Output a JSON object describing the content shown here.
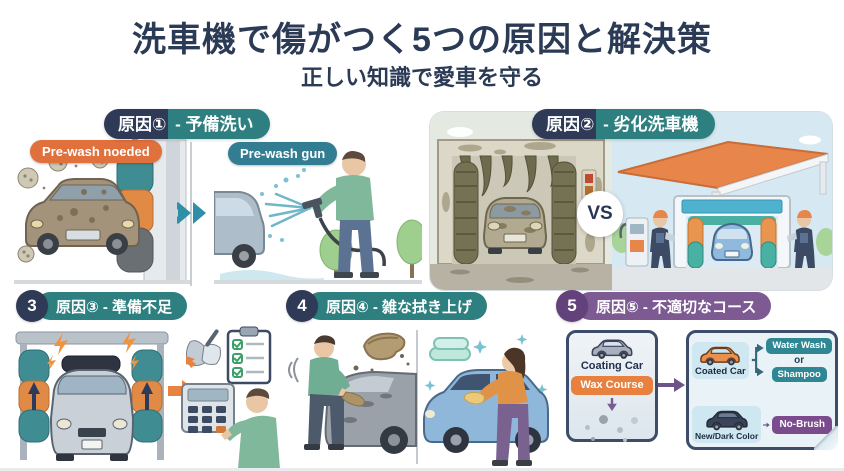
{
  "header": {
    "title": "洗車機で傷がつく5つの原因と解決策",
    "subtitle": "正しい知識で愛車を守る"
  },
  "panel1": {
    "label_prefix": "原因①",
    "label_suffix": " - 予備洗い",
    "left_tag": "Pre-wash noeded",
    "right_tag": "Pre-wash gun"
  },
  "panel2": {
    "label_prefix": "原因②",
    "label_suffix": " - 劣化洗車機",
    "vs_label": "VS"
  },
  "panel3": {
    "number": "3",
    "label": "原因③ - 準備不足"
  },
  "panel4": {
    "number": "4",
    "label": "原因④ - 雑な拭き上げ"
  },
  "panel5": {
    "number": "5",
    "label": "原因⑤ - 不適切なコース",
    "coating_car_label": "Coating Car",
    "wax_course_label": "Wax Course",
    "coated_car_label": "Coated Car",
    "water_wash_label": "Water Wash",
    "or_label": "or",
    "shampoo_label": "Shampoo",
    "new_dark_label": "New/Dark Color",
    "no_brush_label": "No-Brush"
  },
  "colors": {
    "title_navy": "#2b3a55",
    "header_navy": "#2e3a56",
    "header_teal": "#2e7f80",
    "tag_orange": "#e0703c",
    "tag_teal_blue": "#337d92",
    "purple_pill": "#7d5b92",
    "purple_circle": "#63417a",
    "option_teal": "#2f8793",
    "no_brush_purple": "#7c4b8d",
    "wax_orange": "#e8813f",
    "card_border_navy": "#3d4c68"
  }
}
